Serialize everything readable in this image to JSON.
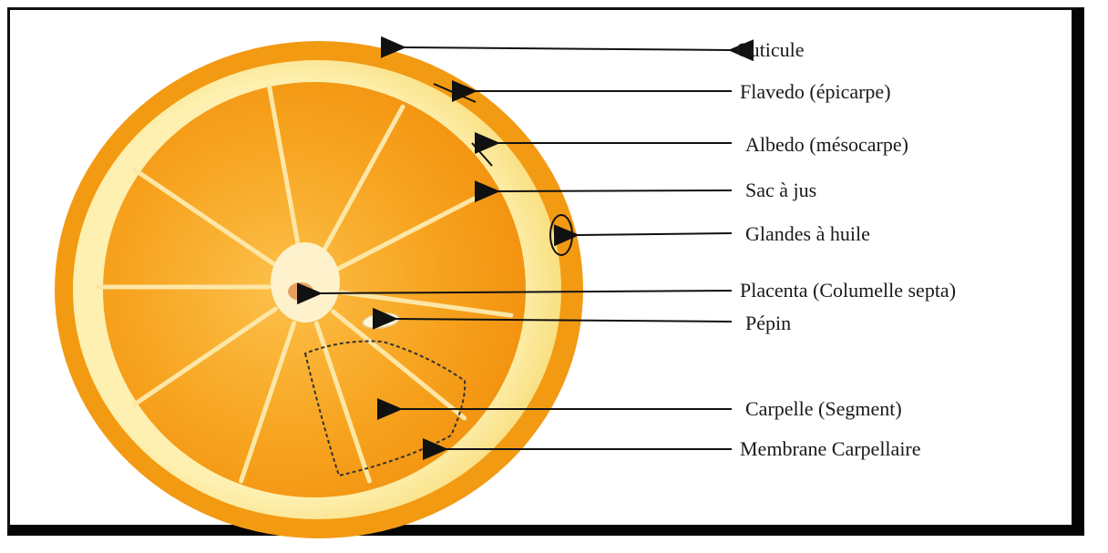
{
  "colors": {
    "peel_outer": "#f39a13",
    "albedo": "#fce58c",
    "pulp": "#f59a16",
    "pulp_light": "#fbbf4a",
    "center": "#fdf2cc",
    "line": "#222222"
  },
  "labels": [
    {
      "id": "cuticule",
      "text": "Cuticule"
    },
    {
      "id": "flavedo",
      "text": "Flavedo (épicarpe)"
    },
    {
      "id": "albedo",
      "text": "Albedo (mésocarpe)"
    },
    {
      "id": "sac-a-jus",
      "text": "Sac à jus"
    },
    {
      "id": "glandes",
      "text": "Glandes à huile"
    },
    {
      "id": "placenta",
      "text": "Placenta (Columelle septa)"
    },
    {
      "id": "pepin",
      "text": "Pépin"
    },
    {
      "id": "carpelle",
      "text": "Carpelle (Segment)"
    },
    {
      "id": "membrane",
      "text": "Membrane Carpellaire"
    }
  ]
}
